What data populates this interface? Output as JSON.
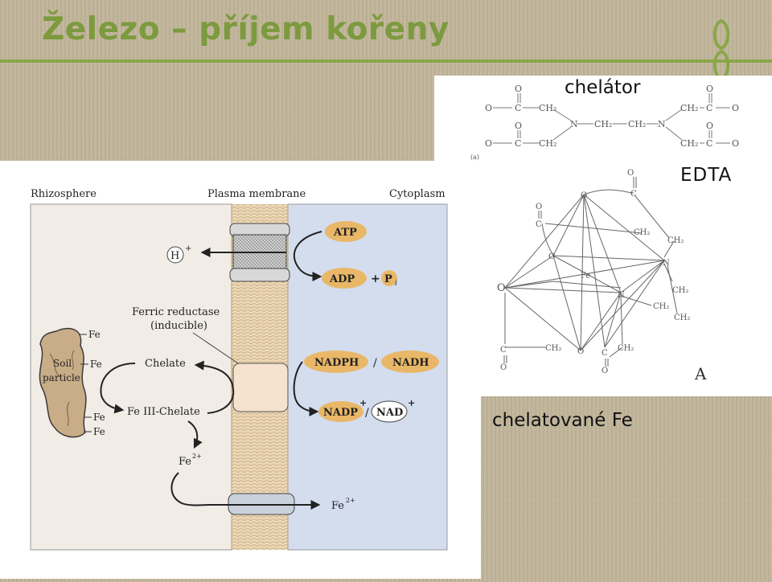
{
  "slide": {
    "title": "Železo – příjem kořeny",
    "caption_chelator": "chelátor",
    "caption_edta": "EDTA",
    "caption_chelated": "chelatované Fe"
  },
  "chelator_structure": {
    "atom_o": "O",
    "atom_c": "C",
    "atom_n": "N",
    "group_ch2": "CH₂",
    "part_label": "(a)"
  },
  "edta_complex": {
    "atom_fe": "Fe",
    "atom_n": "N",
    "atom_o": "O",
    "atom_c": "C",
    "group_ch2": "CH₂",
    "panel_label": "A"
  },
  "diagram": {
    "header_rhizosphere": "Rhizosphere",
    "header_membrane": "Plasma membrane",
    "header_cytoplasm": "Cytoplasm",
    "proton": "H",
    "proton_charge": "+",
    "atp": "ATP",
    "adp": "ADP",
    "plus": "+",
    "pi": "P",
    "pi_sub": "i",
    "reductase_line1": "Ferric reductase",
    "reductase_line2": "(inducible)",
    "fe": "Fe",
    "soil_line1": "Soil",
    "soil_line2": "particle",
    "chelate": "Chelate",
    "fe3_chelate": "Fe III-Chelate",
    "fe2_out": "Fe",
    "fe2_in": "Fe",
    "fe2_charge": "2+",
    "nadph": "NADPH",
    "nadh": "NADH",
    "slash": "/",
    "nadp": "NADP",
    "nad": "NAD",
    "plus_charge": "+"
  },
  "colors": {
    "title": "#7c9a3e",
    "rule": "#8aa64a",
    "background": "#c2b69a",
    "cytoplasm": "#d3ddee",
    "rhizosphere": "#f1ece6",
    "membrane": "#ecd9b8",
    "energy_badge": "#e9b768"
  }
}
